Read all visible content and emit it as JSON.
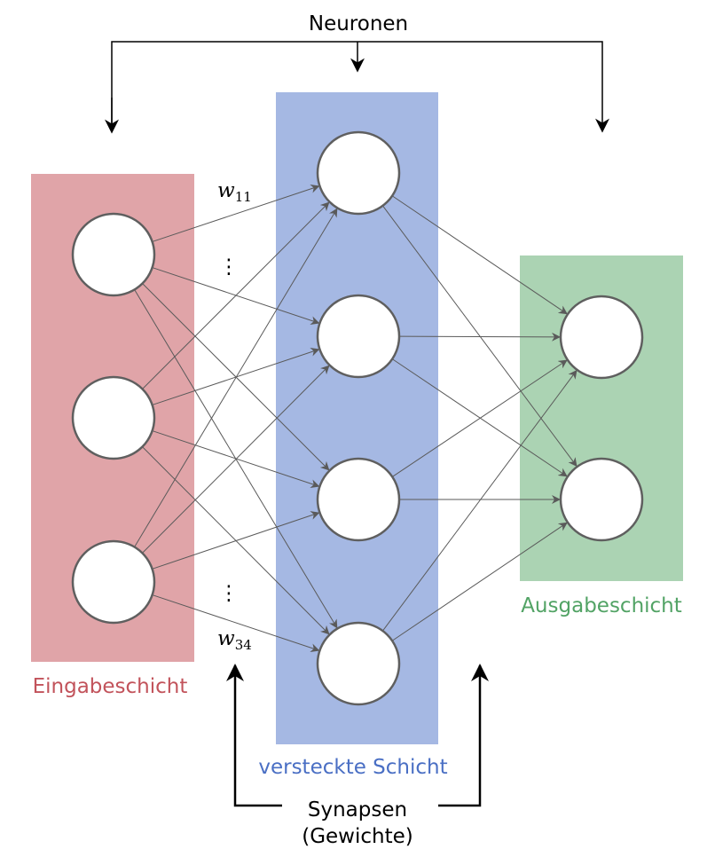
{
  "labels": {
    "neurons": "Neuronen",
    "input_layer": "Eingabeschicht",
    "hidden_layer": "versteckte Schicht",
    "output_layer": "Ausgabeschicht",
    "synapses_line1": "Synapsen",
    "synapses_line2": "(Gewichte)"
  },
  "weights": {
    "first_symbol": "w",
    "first_index": "11",
    "last_symbol": "w",
    "last_index": "34",
    "ellipsis": "⋮"
  },
  "network": {
    "layers": [
      {
        "id": "input",
        "neurons": 3
      },
      {
        "id": "hidden",
        "neurons": 4
      },
      {
        "id": "output",
        "neurons": 2
      }
    ],
    "connections": "fully-connected"
  },
  "colors": {
    "input_layer": "#e0a4a8",
    "hidden_layer": "#a5b8e3",
    "output_layer": "#abd3b3",
    "input_text": "#c2535b",
    "hidden_text": "#4a6fc4",
    "output_text": "#52a365"
  }
}
